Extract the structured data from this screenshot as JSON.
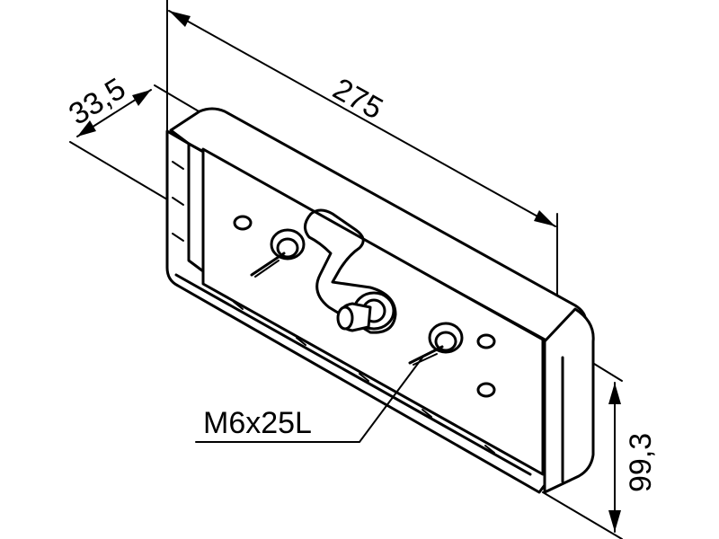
{
  "diagram": {
    "dimensions": {
      "length": "275",
      "depth": "33,5",
      "height": "99,3"
    },
    "callout": {
      "bolt_label": "M6x25L"
    }
  }
}
